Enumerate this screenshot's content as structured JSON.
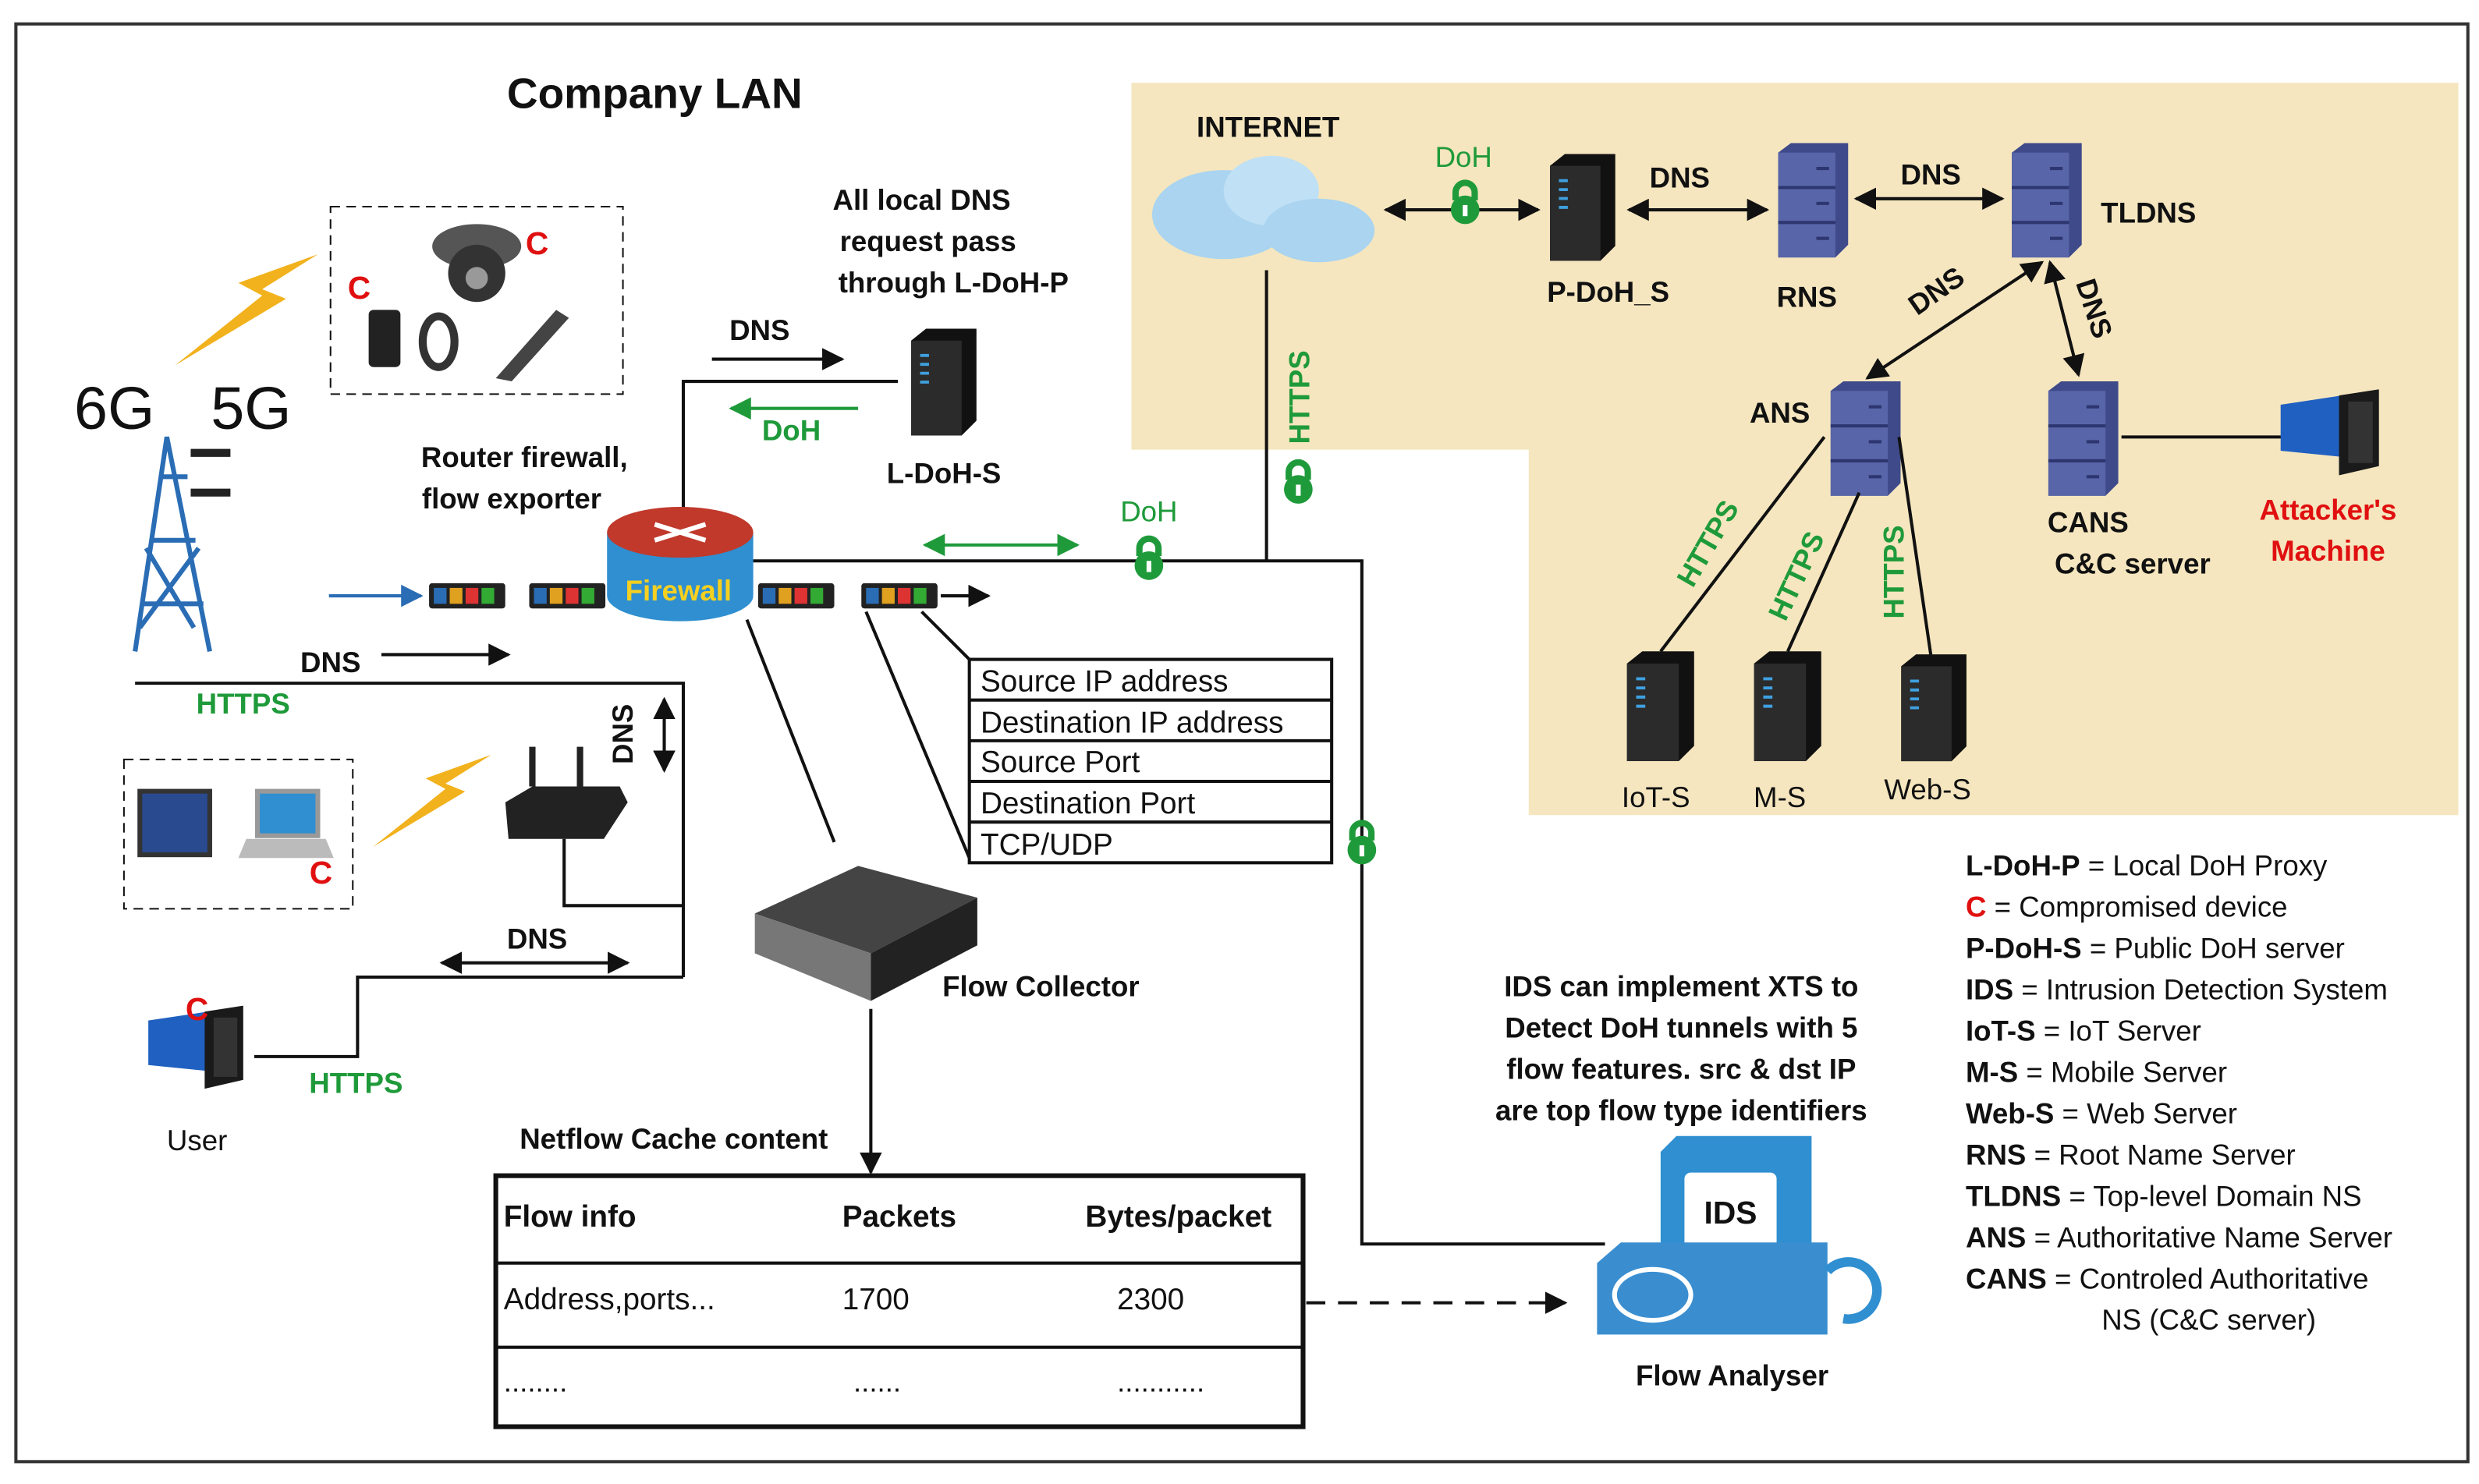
{
  "title": "Company LAN",
  "colors": {
    "internet_bg": "#f5e6bf",
    "https_green": "#1f9a3a",
    "compromised_red": "#e01010",
    "server_blue": "#5865a8",
    "firewall_red": "#c0392b"
  },
  "internet": {
    "label": "INTERNET",
    "doh_label": "DoH",
    "nodes": {
      "pdoh": "P-DoH_S",
      "rns": "RNS",
      "tldns": "TLDNS",
      "ans": "ANS",
      "cans_1": "CANS",
      "cans_2": "C&C server",
      "attacker_1": "Attacker's",
      "attacker_2": "Machine",
      "iot": "IoT-S",
      "ms": "M-S",
      "webs": "Web-S"
    },
    "links": {
      "dns": "DNS",
      "https": "HTTPS"
    }
  },
  "lan": {
    "local_dns_note": [
      "All local DNS",
      "request pass",
      "through L-DoH-P"
    ],
    "ldohs": "L-DoH-S",
    "router_label": [
      "Router firewall,",
      "flow exporter"
    ],
    "firewall": "Firewall",
    "dns": "DNS",
    "doh": "DoH",
    "https": "HTTPS",
    "tower_6g": "6G",
    "tower_5g": "5G",
    "compromised": "C",
    "user": "User",
    "flow_collector": "Flow Collector",
    "flow_features": [
      "Source IP address",
      "Destination IP address",
      "Source Port",
      "Destination Port",
      "TCP/UDP"
    ]
  },
  "netflow": {
    "title": "Netflow Cache content",
    "headers": [
      "Flow info",
      "Packets",
      "Bytes/packet"
    ],
    "rows": [
      [
        "Address,ports...",
        "1700",
        "2300"
      ],
      [
        "........",
        "......",
        "..........."
      ]
    ]
  },
  "ids": {
    "label": "IDS",
    "caption": "Flow Analyser",
    "note": [
      "IDS can implement XTS to",
      "Detect DoH tunnels with 5",
      "flow features. src & dst IP",
      "are top flow type identifiers"
    ]
  },
  "legend": [
    {
      "abbr": "L-DoH-P",
      "desc": "= Local DoH Proxy"
    },
    {
      "abbr": "C",
      "desc": "= Compromised device"
    },
    {
      "abbr": "P-DoH-S",
      "desc": "= Public DoH server"
    },
    {
      "abbr": "IDS",
      "desc": "= Intrusion Detection System"
    },
    {
      "abbr": "IoT-S",
      "desc": "= IoT Server"
    },
    {
      "abbr": "M-S",
      "desc": "= Mobile Server"
    },
    {
      "abbr": "Web-S",
      "desc": "= Web Server"
    },
    {
      "abbr": "RNS",
      "desc": "= Root Name Server"
    },
    {
      "abbr": "TLDNS",
      "desc": "= Top-level Domain NS"
    },
    {
      "abbr": "ANS",
      "desc": "= Authoritative Name Server"
    },
    {
      "abbr": "CANS",
      "desc": "= Controled Authoritative"
    }
  ],
  "legend_cont": "NS (C&C server)"
}
